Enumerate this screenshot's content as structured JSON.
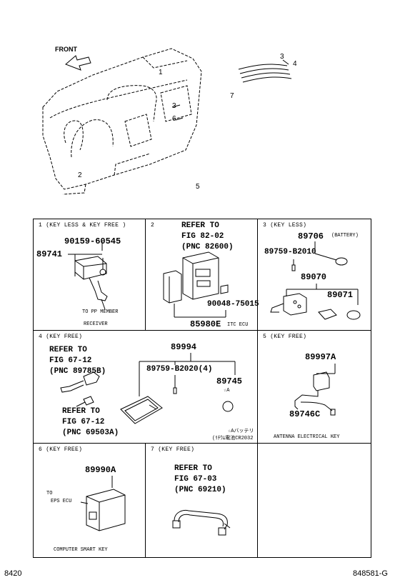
{
  "overview": {
    "front_label": "FRONT",
    "callouts": [
      "1",
      "2",
      "3",
      "4",
      "5",
      "6",
      "7",
      "3"
    ]
  },
  "cells": {
    "c1": {
      "header": "1 (KEY  LESS & KEY  FREE )",
      "parts": [
        "90159-60545",
        "89741"
      ],
      "notes": [
        "TO PP MEMBER",
        "RECEIVER"
      ]
    },
    "c2": {
      "header": "2",
      "refer": [
        "REFER TO",
        "FIG 82-02",
        "(PNC 82600)"
      ],
      "parts": [
        "90048-75015",
        "85980E"
      ],
      "notes": [
        "ITC ECU"
      ]
    },
    "c3": {
      "header": "3 (KEY  LESS)",
      "parts": [
        "89706",
        "89759-B2010",
        "89070",
        "89071"
      ],
      "notes": [
        "(BATTERY)"
      ]
    },
    "c4": {
      "header": "4 (KEY  FREE)",
      "refer1": [
        "REFER TO",
        "FIG 67-12",
        "(PNC 89785B)"
      ],
      "refer2": [
        "REFER TO",
        "FIG 67-12",
        "(PNC 69503A)"
      ],
      "parts": [
        "89994",
        "89759-B2020(4)",
        "89745"
      ],
      "notes": [
        "☆A",
        "☆Aバッテリ",
        "(ﾘﾁｳﾑ電池CR2032"
      ]
    },
    "c5": {
      "header": "5 (KEY  FREE)",
      "parts": [
        "89997A",
        "89746C"
      ],
      "notes": [
        "ANTENNA  ELECTRICAL  KEY"
      ]
    },
    "c6": {
      "header": "6 (KEY  FREE)",
      "parts": [
        "89990A"
      ],
      "notes": [
        "TO",
        "EPS  ECU",
        "COMPUTER  SMART  KEY"
      ]
    },
    "c7": {
      "header": "7 (KEY  FREE)",
      "refer": [
        "REFER TO",
        "FIG 67-03",
        "(PNC 69210)"
      ]
    }
  },
  "footer": {
    "left": "8420",
    "right": "848581-G"
  }
}
